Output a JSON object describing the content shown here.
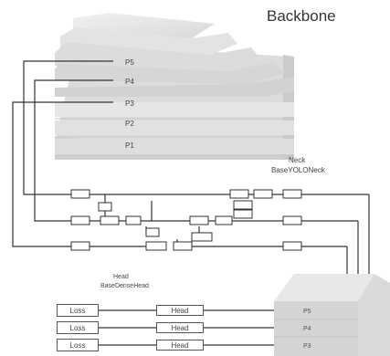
{
  "title": "Backbone",
  "backbone": {
    "layers": [
      "P5",
      "P4",
      "P3",
      "P2",
      "P1"
    ]
  },
  "neck": {
    "label": "Neck",
    "name": "BaseYOLONeck"
  },
  "head": {
    "label": "Head",
    "name": "BaseDenseHead"
  },
  "heads": [
    {
      "loss": "Loss",
      "head": "Head"
    },
    {
      "loss": "Loss",
      "head": "Head"
    },
    {
      "loss": "Loss",
      "head": "Head"
    }
  ],
  "outputs": [
    "P5",
    "P4",
    "P3"
  ]
}
